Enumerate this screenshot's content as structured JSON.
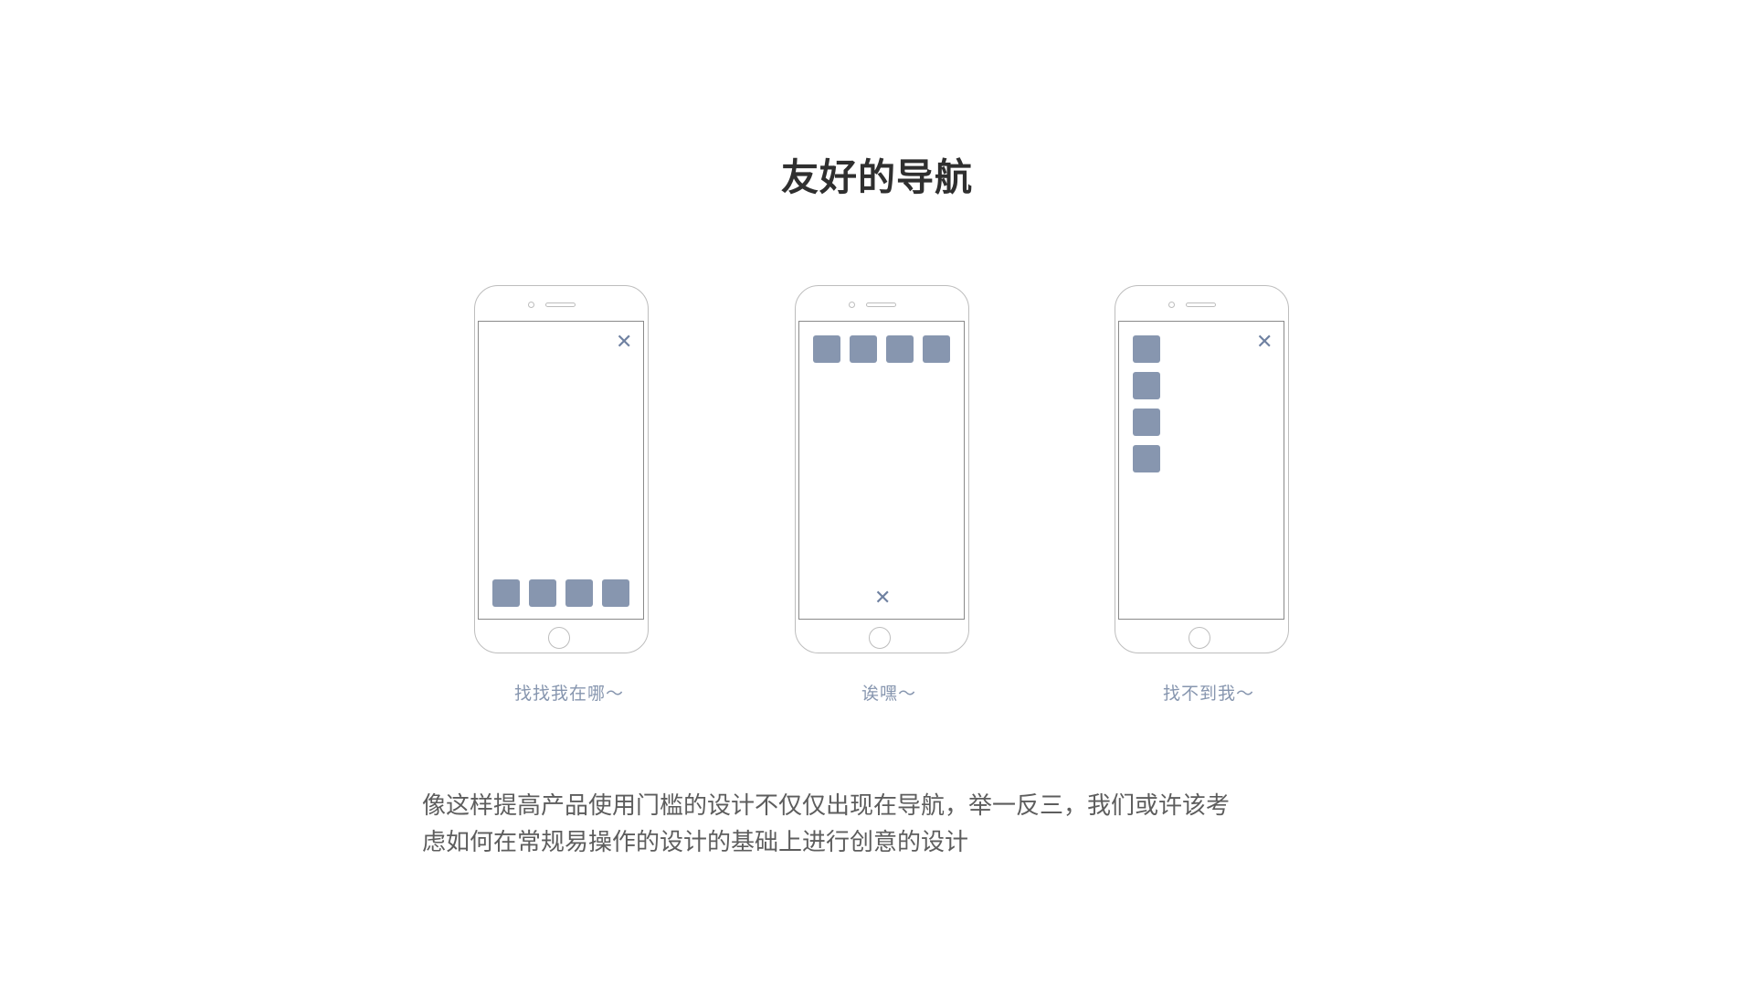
{
  "title": "友好的导航",
  "close_glyph": "✕",
  "phones": [
    {
      "caption": "找找我在哪～"
    },
    {
      "caption": "诶嘿～"
    },
    {
      "caption": "找不到我～"
    }
  ],
  "paragraph": {
    "line1": "像这样提高产品使用门槛的设计不仅仅出现在导航，举一反三，我们或许该考",
    "line2": "虑如何在常规易操作的设计的基础上进行创意的设计"
  },
  "colors": {
    "tile": "#8796af",
    "caption": "#8796af",
    "title": "#2f2f2f",
    "body_text": "#5d5d5d"
  }
}
